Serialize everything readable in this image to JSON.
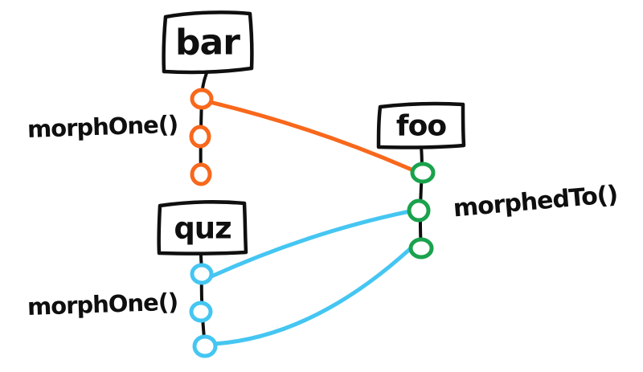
{
  "diagram": {
    "boxes": {
      "bar": {
        "label": "bar"
      },
      "foo": {
        "label": "foo"
      },
      "quz": {
        "label": "quz"
      }
    },
    "annotations": {
      "bar_relation": "morphOne()",
      "foo_relation": "morphedTo()",
      "quz_relation": "morphOne()"
    },
    "ports": {
      "bar": {
        "count": 3,
        "color": "orange"
      },
      "foo": {
        "count": 3,
        "color": "green"
      },
      "quz": {
        "count": 3,
        "color": "cyan"
      }
    },
    "edges": [
      {
        "from": "bar port 1",
        "to": "foo port 1",
        "color": "orange"
      },
      {
        "from": "quz port 1",
        "to": "foo port 2",
        "color": "cyan"
      },
      {
        "from": "quz port 3",
        "to": "foo port 3",
        "color": "cyan"
      }
    ],
    "colors": {
      "orange": "#F8681C",
      "cyan": "#45C6F2",
      "green": "#1AA24D",
      "ink": "#0f0f0f"
    }
  }
}
